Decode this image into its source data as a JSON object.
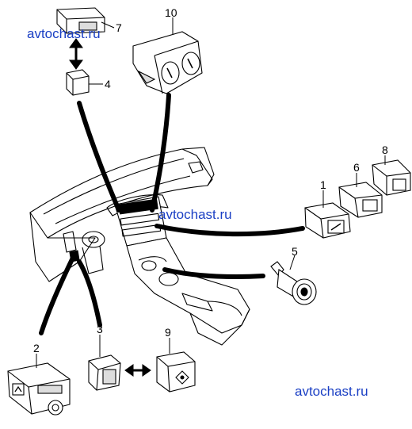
{
  "watermarks": [
    "avtochast.ru",
    "avtochast.ru",
    "avtochast.ru"
  ],
  "part_numbers": [
    "1",
    "2",
    "3",
    "4",
    "5",
    "6",
    "7",
    "8",
    "9",
    "10"
  ]
}
